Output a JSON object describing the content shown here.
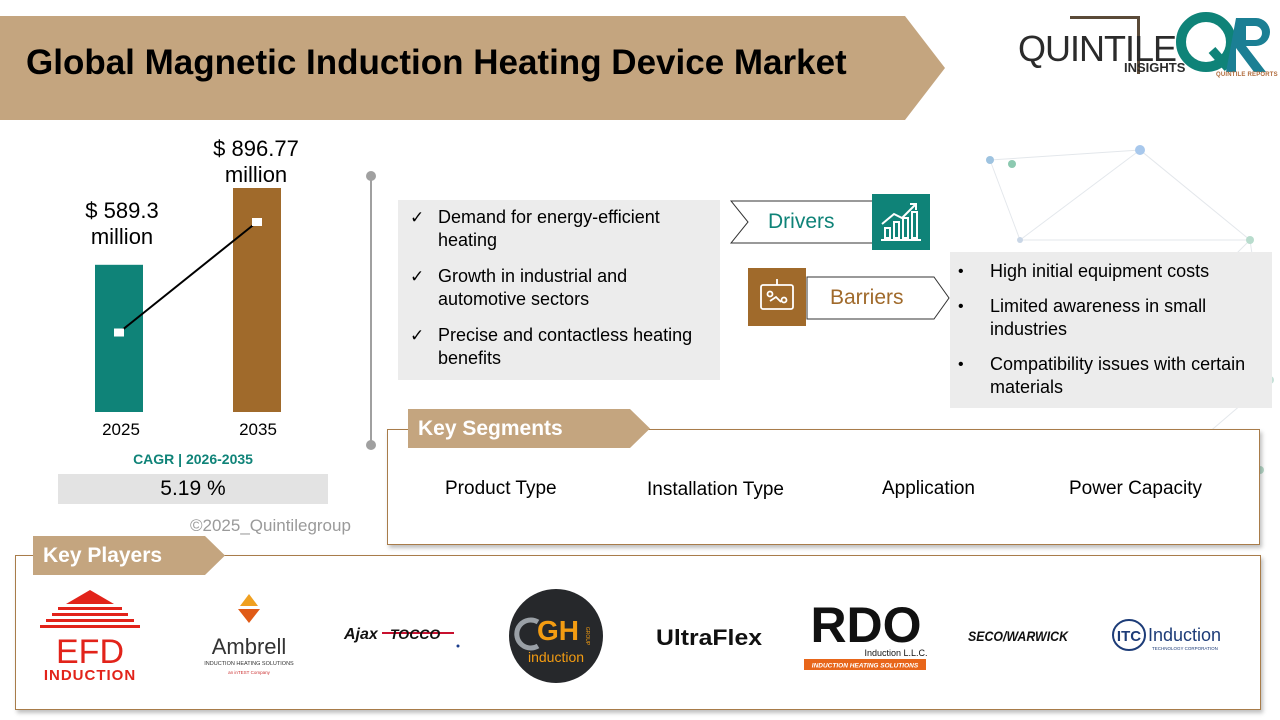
{
  "title": "Global Magnetic Induction Heating Device Market",
  "brand": {
    "quintile_word": "QUINTILE",
    "quintile_sub": "INSIGHTS",
    "qr_letters": "QR",
    "qr_sub": "QUINTILE REPORTS"
  },
  "colors": {
    "banner": "#c4a57f",
    "teal": "#0f8378",
    "brown": "#a06a2b",
    "panel": "#ececec",
    "border": "#a87c4a"
  },
  "chart_data": {
    "type": "bar",
    "categories": [
      "2025",
      "2035"
    ],
    "values": [
      589.3,
      896.77
    ],
    "value_labels": [
      "$ 589.3 million",
      "$ 896.77 million"
    ],
    "bar_colors": [
      "#0f8378",
      "#a06a2b"
    ],
    "ylim": [
      0,
      1000
    ]
  },
  "cagr": {
    "title": "CAGR | 2026-2035",
    "value": "5.19 %"
  },
  "copyright": "©2025_Quintilegroup",
  "drivers": {
    "label": "Drivers",
    "items": [
      "Demand for energy-efficient heating",
      "Growth in industrial and automotive sectors",
      "Precise and contactless heating benefits"
    ]
  },
  "barriers": {
    "label": "Barriers",
    "items": [
      "High initial equipment costs",
      "Limited awareness in small industries",
      "Compatibility issues with certain materials"
    ]
  },
  "segments": {
    "label": "Key Segments",
    "items": [
      "Product Type",
      "Installation Type",
      "Application",
      "Power Capacity"
    ]
  },
  "players": {
    "label": "Key Players",
    "logos": [
      {
        "name": "efd",
        "line1": "EFD",
        "line2": "INDUCTION"
      },
      {
        "name": "ambrell",
        "line1": "Ambrell",
        "line2": "INDUCTION HEATING SOLUTIONS",
        "line3": "an inTEST Company"
      },
      {
        "name": "ajax",
        "line1": "Ajax",
        "line2": "TOCCO"
      },
      {
        "name": "gh",
        "line1": "GH",
        "line2": "induction",
        "line3": "GROUP"
      },
      {
        "name": "ultraflex",
        "line1": "UltraFlex"
      },
      {
        "name": "rdo",
        "line1": "RDO",
        "line2": "Induction L.L.C.",
        "line3": "INDUCTION HEATING SOLUTIONS"
      },
      {
        "name": "secowarwick",
        "line1": "SECO/WARWICK"
      },
      {
        "name": "itc",
        "line1": "ITC",
        "line2": "Induction",
        "line3": "TECHNOLOGY CORPORATION"
      }
    ]
  }
}
